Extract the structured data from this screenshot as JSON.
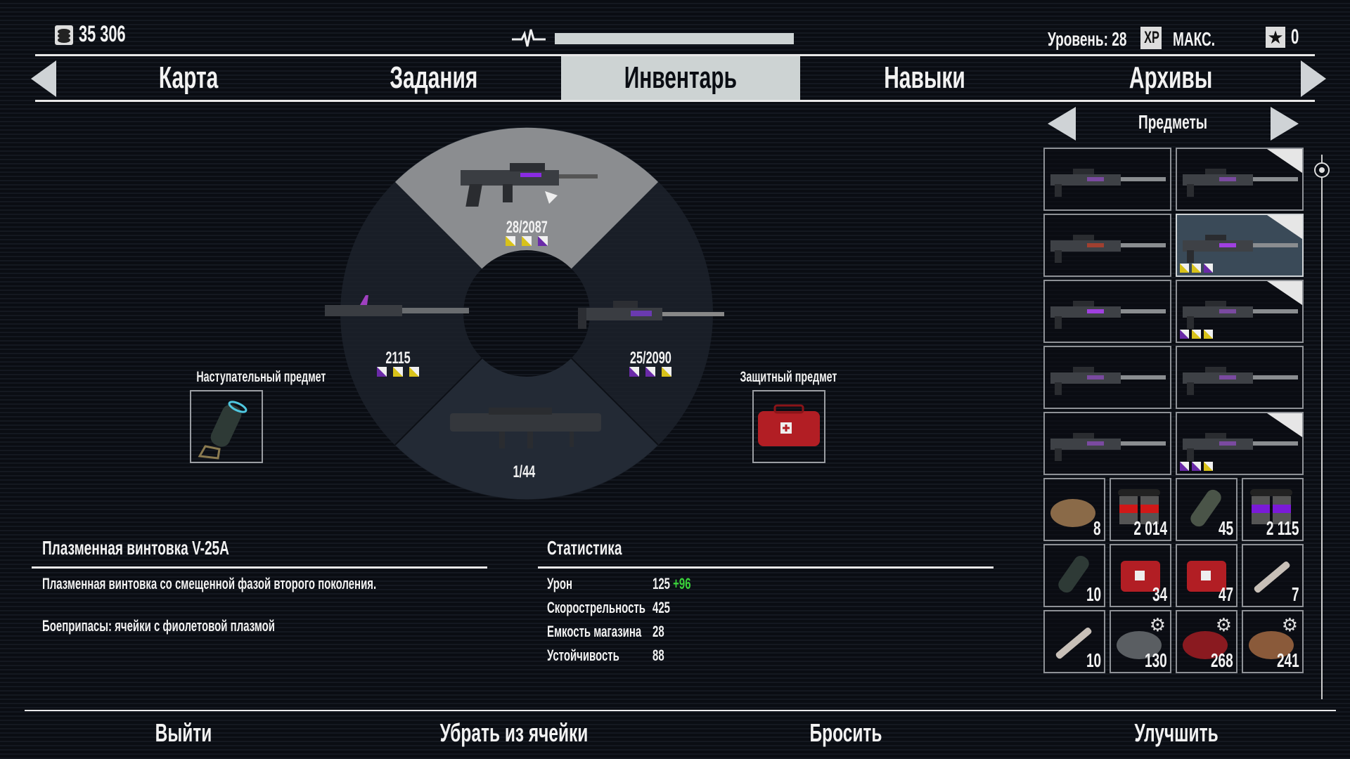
{
  "hud": {
    "money": "35 306",
    "level": "Уровень: 28",
    "xp_badge": "XP",
    "xp_status": "МАКС.",
    "stars": "0",
    "health_fraction": 1.0
  },
  "tabs": [
    {
      "label": "Карта",
      "active": false
    },
    {
      "label": "Задания",
      "active": false
    },
    {
      "label": "Инвентарь",
      "active": true
    },
    {
      "label": "Навыки",
      "active": false
    },
    {
      "label": "Архивы",
      "active": false
    }
  ],
  "subnav": {
    "label": "Предметы"
  },
  "wheel": {
    "top": {
      "ammo": "28/2087",
      "mods": [
        "yellow",
        "yellow",
        "purple"
      ]
    },
    "left": {
      "ammo": "2115",
      "mods": [
        "purple",
        "yellow",
        "yellow"
      ]
    },
    "right": {
      "ammo": "25/2090",
      "mods": [
        "purple",
        "purple",
        "yellow"
      ]
    },
    "bottom": {
      "ammo": "1/44"
    },
    "offensive_label": "Наступательный предмет",
    "defensive_label": "Защитный предмет"
  },
  "weapons_grid": [
    {
      "icon": "sniper-rifle-icon",
      "mods": [],
      "new": false,
      "selected": false
    },
    {
      "icon": "assault-rifle-icon",
      "mods": [],
      "new": true,
      "selected": false
    },
    {
      "icon": "shotgun-icon",
      "mods": [],
      "new": false,
      "selected": false
    },
    {
      "icon": "plasma-rifle-icon",
      "mods": [
        "yellow",
        "yellow",
        "purple"
      ],
      "new": true,
      "selected": true
    },
    {
      "icon": "plasma-cannon-icon",
      "mods": [],
      "new": false,
      "selected": false
    },
    {
      "icon": "laser-rifle-icon",
      "mods": [
        "purple",
        "yellow",
        "yellow"
      ],
      "new": true,
      "selected": false
    },
    {
      "icon": "laser-rifle-icon",
      "mods": [],
      "new": false,
      "selected": false
    },
    {
      "icon": "laser-rifle-icon",
      "mods": [],
      "new": false,
      "selected": false
    },
    {
      "icon": "laser-rifle-icon",
      "mods": [],
      "new": false,
      "selected": false
    },
    {
      "icon": "sniper-rifle-icon",
      "mods": [
        "purple",
        "purple",
        "yellow"
      ],
      "new": true,
      "selected": false
    }
  ],
  "items_grid": [
    {
      "icon": "explosive-pack-icon",
      "count": "8",
      "gear": false
    },
    {
      "icon": "red-plasma-cells-icon",
      "count": "2 014",
      "gear": false
    },
    {
      "icon": "grenade-icon",
      "count": "45",
      "gear": false
    },
    {
      "icon": "purple-plasma-cells-icon",
      "count": "2 115",
      "gear": false
    },
    {
      "icon": "emp-canister-icon",
      "count": "10",
      "gear": false
    },
    {
      "icon": "small-medkit-icon",
      "count": "34",
      "gear": false
    },
    {
      "icon": "large-medkit-icon",
      "count": "47",
      "gear": false
    },
    {
      "icon": "blue-injector-icon",
      "count": "7",
      "gear": false
    },
    {
      "icon": "yellow-injector-icon",
      "count": "10",
      "gear": false
    },
    {
      "icon": "cloth-icon",
      "count": "130",
      "gear": true
    },
    {
      "icon": "electronics-icon",
      "count": "268",
      "gear": true
    },
    {
      "icon": "scrap-metal-icon",
      "count": "241",
      "gear": true
    }
  ],
  "details": {
    "title": "Плазменная винтовка V-25A",
    "description": "Плазменная винтовка со смещенной фазой второго поколения.",
    "ammo": "Боеприпасы: ячейки с фиолетовой плазмой"
  },
  "stats": {
    "title": "Статистика",
    "rows": [
      {
        "label": "Урон",
        "value": "125",
        "bonus": "+96"
      },
      {
        "label": "Скорострельность",
        "value": "425"
      },
      {
        "label": "Емкость магазина",
        "value": "28"
      },
      {
        "label": "Устойчивость",
        "value": "88"
      }
    ]
  },
  "actions": {
    "exit": "Выйти",
    "unequip": "Убрать из ячейки",
    "drop": "Бросить",
    "upgrade": "Улучшить"
  },
  "colors": {
    "yellow": "#d8c21a",
    "purple": "#6a2aa8",
    "bonus": "#3bd23b",
    "active_tab": "#cdd3d3"
  }
}
